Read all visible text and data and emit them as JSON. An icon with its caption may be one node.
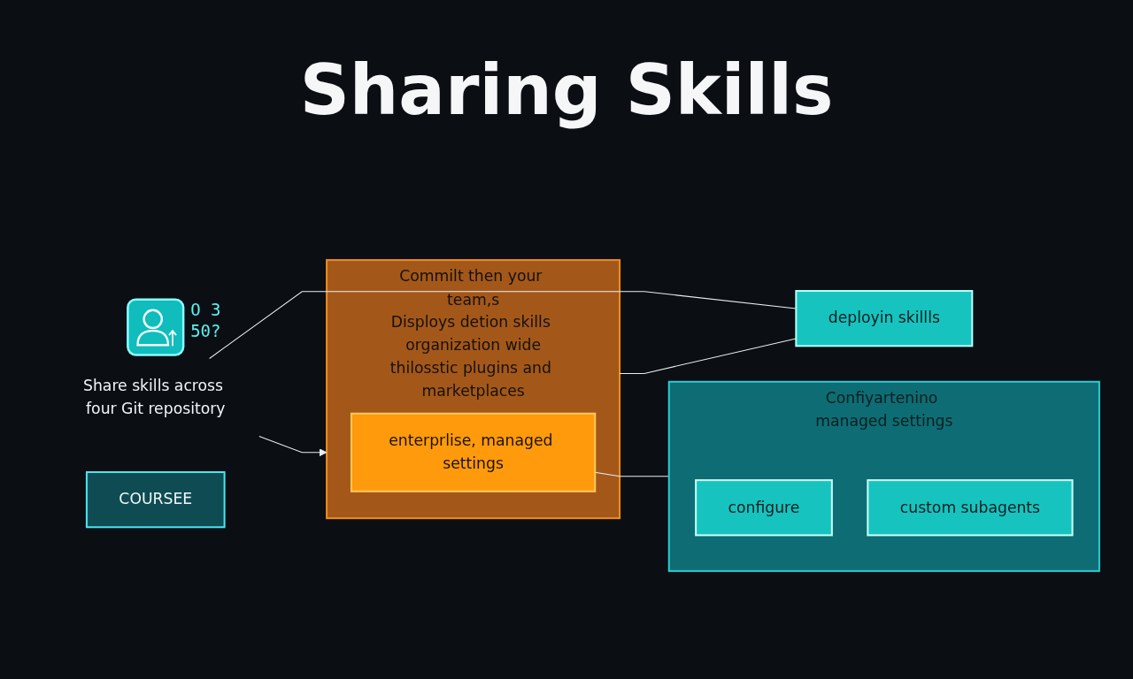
{
  "diagram": {
    "title": "Sharing Skills",
    "nodes": [
      {
        "text": [
          "Share skills across four Git repository"
        ]
      },
      {
        "text": [
          "Commilt then your team,s",
          "Disploys detion skills organization wide",
          "thilosstic plugins and marketplaces"
        ]
      },
      {
        "text": [
          "enterprlise, managed settings"
        ],
        "in": 1
      },
      {
        "text": [
          "COURSEE"
        ]
      },
      {
        "text": [
          "deployin skillls"
        ]
      },
      {
        "text": [
          "Confiyartenino managed settings"
        ]
      },
      {
        "text": [
          "configure"
        ],
        "in": 5
      },
      {
        "text": [
          "custom subagents"
        ],
        "in": 5
      }
    ],
    "edges": [
      {
        "from": 0,
        "to": 1,
        "arrow": "to"
      },
      {
        "from": 1,
        "to": 4,
        "arrow": "none"
      },
      {
        "from": 2,
        "to": 5,
        "arrow": "none"
      },
      {
        "from": 0,
        "to": 4,
        "arrow": "none"
      }
    ],
    "labels": [
      "O 3",
      "50?"
    ]
  }
}
